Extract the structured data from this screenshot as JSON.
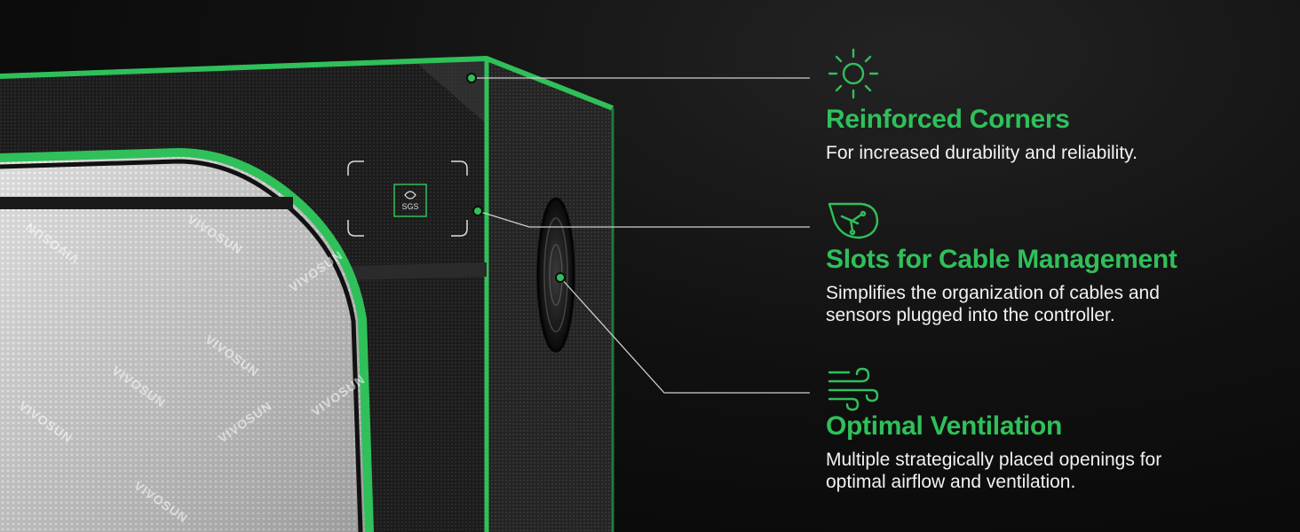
{
  "colors": {
    "accent": "#2fc05a",
    "text": "#f2f2f2",
    "background": "#0b0b0b"
  },
  "product": {
    "name": "grow-tent",
    "badge_text": "SGS",
    "watermark_text": "VIVOSUN"
  },
  "features": [
    {
      "icon": "sun-icon",
      "title": "Reinforced Corners",
      "description_lines": [
        "For increased durability and reliability."
      ]
    },
    {
      "icon": "leaf-network-icon",
      "title": "Slots for Cable Management",
      "description_lines": [
        "Simplifies the organization of cables and",
        "sensors plugged into the controller."
      ]
    },
    {
      "icon": "wind-icon",
      "title": "Optimal Ventilation",
      "description_lines": [
        "Multiple strategically placed openings for",
        "optimal airflow and ventilation."
      ]
    }
  ]
}
